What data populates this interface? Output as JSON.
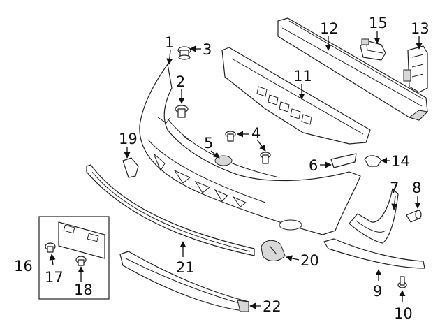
{
  "callouts": [
    {
      "id": "1",
      "text": "1"
    },
    {
      "id": "2",
      "text": "2"
    },
    {
      "id": "3",
      "text": "3"
    },
    {
      "id": "4",
      "text": "4"
    },
    {
      "id": "5",
      "text": "5"
    },
    {
      "id": "6",
      "text": "6"
    },
    {
      "id": "7",
      "text": "7"
    },
    {
      "id": "8",
      "text": "8"
    },
    {
      "id": "9",
      "text": "9"
    },
    {
      "id": "10",
      "text": "10"
    },
    {
      "id": "11",
      "text": "11"
    },
    {
      "id": "12",
      "text": "12"
    },
    {
      "id": "13",
      "text": "13"
    },
    {
      "id": "14",
      "text": "14"
    },
    {
      "id": "15",
      "text": "15"
    },
    {
      "id": "16",
      "text": "16"
    },
    {
      "id": "17",
      "text": "17"
    },
    {
      "id": "18",
      "text": "18"
    },
    {
      "id": "19",
      "text": "19"
    },
    {
      "id": "20",
      "text": "20"
    },
    {
      "id": "21",
      "text": "21"
    },
    {
      "id": "22",
      "text": "22"
    }
  ],
  "colors": {
    "line": "#222222",
    "background": "#ffffff",
    "shade": "#d8d8d8"
  }
}
